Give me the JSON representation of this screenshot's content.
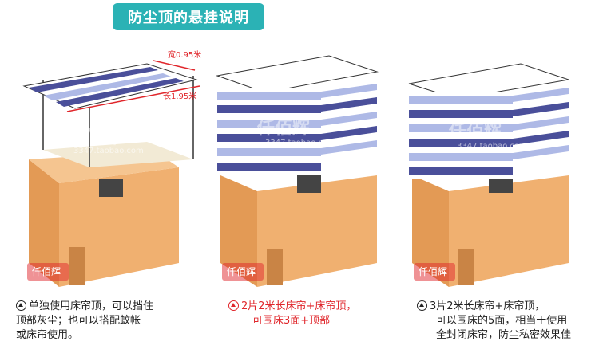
{
  "title": "防尘顶的悬挂说明",
  "dimensions": {
    "width": "宽0.95米",
    "length": "长1.95米"
  },
  "watermark": {
    "brand": "仟佰辉",
    "url": "3347.taobao.com"
  },
  "logo_text": "仟佰辉",
  "captions": [
    {
      "line1": "单独使用床帘顶，可以挡住",
      "line2": "顶部灰尘；也可以搭配蚊帐",
      "line3": "或床帘使用。"
    },
    {
      "line1": "2片2米长床帘+床帘顶，",
      "line2": "可围床3面+顶部"
    },
    {
      "line1": "3片2米长床帘+床帘顶，",
      "line2": "可以围床的5面，相当于使用",
      "line3": "全封闭床帘，防尘私密效果佳"
    }
  ],
  "colors": {
    "title_banner": "#2bb2b5",
    "stripe_navy": "#4a4f9a",
    "stripe_light": "#aeb9e6",
    "wood": "#f0b070",
    "highlight_red": "#e0262b"
  }
}
